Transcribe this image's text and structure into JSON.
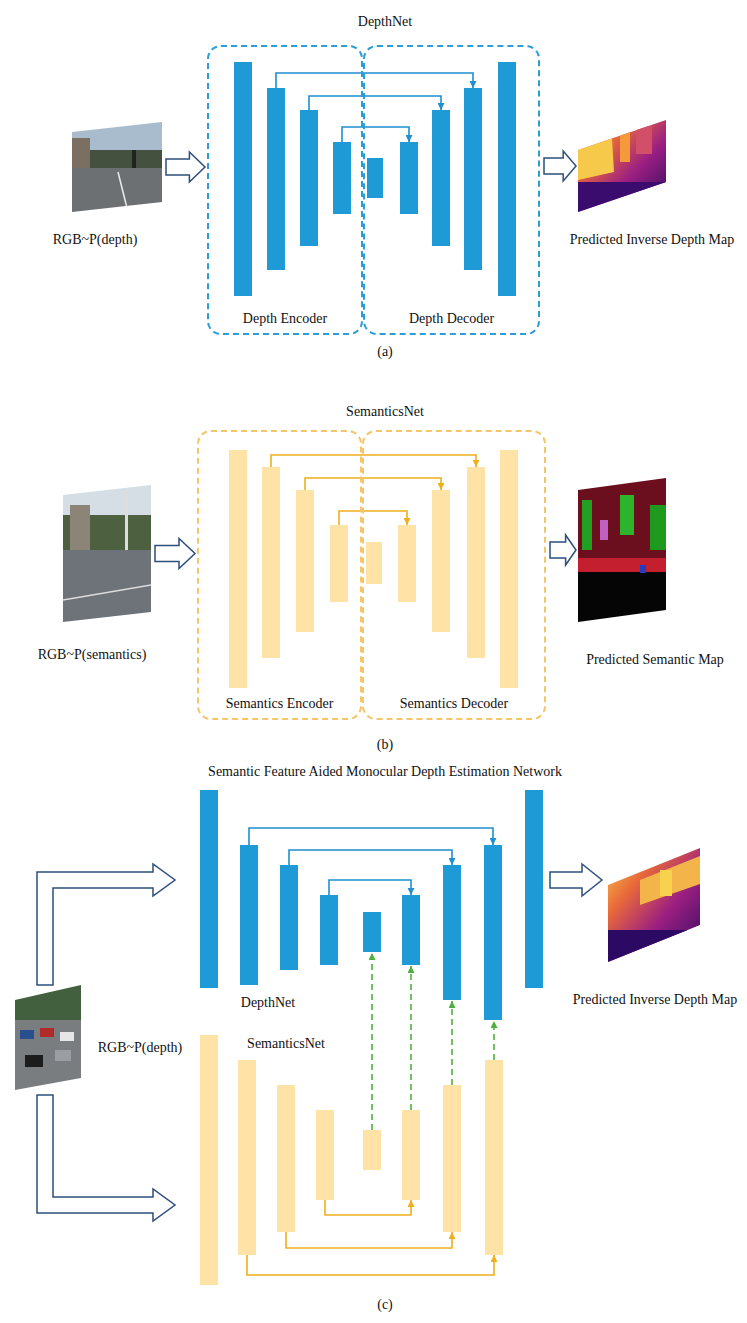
{
  "diagram": {
    "nodes": [
      {
        "text": [
          "RGB~P(depth)"
        ]
      },
      {
        "text": [
          "Depth Encoder"
        ]
      },
      {
        "text": [
          "Depth Decoder"
        ]
      },
      {
        "text": [
          "Predicted Inverse Depth Map"
        ]
      },
      {
        "text": [
          "RGB~P(semantics)"
        ]
      },
      {
        "text": [
          "Semantics Encoder"
        ]
      },
      {
        "text": [
          "Semantics Decoder"
        ]
      },
      {
        "text": [
          "Predicted Semantic Map"
        ]
      },
      {
        "text": [
          "RGB~P(depth)"
        ]
      },
      {
        "text": [
          "Predicted Inverse Depth Map"
        ]
      }
    ],
    "edges": [
      {
        "from": 0,
        "to": 1,
        "arrow": "to"
      },
      {
        "from": 2,
        "to": 3,
        "arrow": "to"
      },
      {
        "from": 4,
        "to": 5,
        "arrow": "to"
      },
      {
        "from": 6,
        "to": 7,
        "arrow": "to"
      }
    ],
    "labels": [
      "DepthNet",
      "(a)",
      "SemanticsNet",
      "(b)",
      "Semantic Feature Aided Monocular Depth Estimation Network",
      "DepthNet",
      "SemanticsNet",
      "(c)"
    ]
  }
}
